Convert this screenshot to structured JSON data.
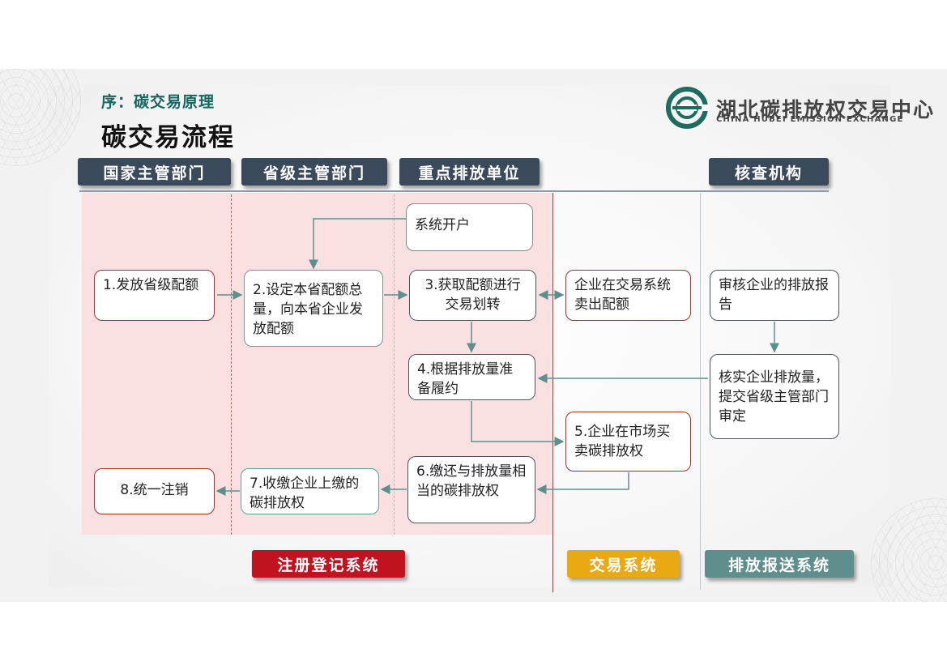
{
  "header": {
    "subtitle": "序：碳交易原理",
    "title": "碳交易流程",
    "logo_cn": "湖北碳排放权交易中心",
    "logo_en": "CHINA HUBEI EMISSION EXCHANGE"
  },
  "lanes": [
    "国家主管部门",
    "省级主管部门",
    "重点排放单位",
    "核查机构"
  ],
  "steps": {
    "open_account": "系统开户",
    "s1": "1.发放省级配额",
    "s2": "2.设定本省配额总量，向本省企业发放配额",
    "s3": "3.获取配额进行交易划转",
    "sell": "企业在交易系统卖出配额",
    "audit": "审核企业的排放报告",
    "s4": "4.根据排放量准备履约",
    "verify": "核实企业排放量，提交省级主管部门审定",
    "s5": "5.企业在市场买卖碳排放权",
    "s6": "6.缴还与排放量相当的碳排放权",
    "s7": "7.收缴企业上缴的碳排放权",
    "s8": "8.统一注销"
  },
  "systems": [
    "注册登记系统",
    "交易系统",
    "排放报送系统"
  ],
  "colors": {
    "lane_header": "#3a4a5a",
    "registry": "#c1121f",
    "trading": "#e8a912",
    "reporting": "#5f8f8c",
    "pink_zone": "#fbe0e1",
    "accent_text": "#16655e"
  }
}
